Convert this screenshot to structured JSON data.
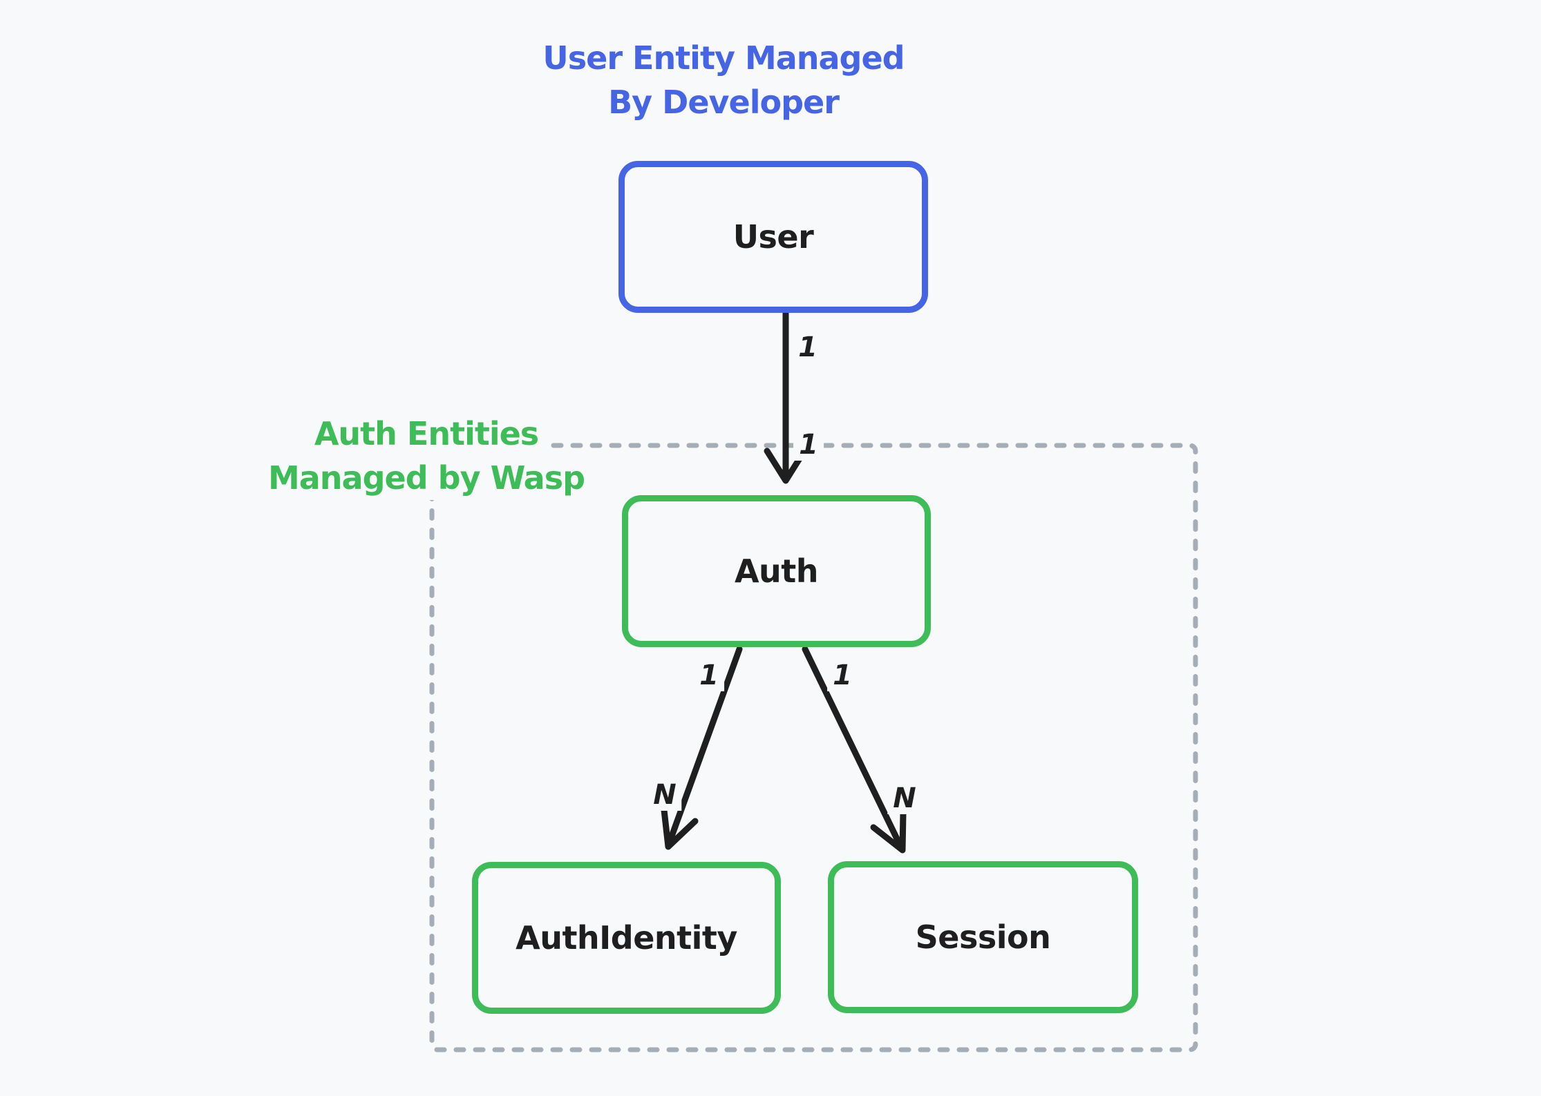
{
  "colors": {
    "background": "#f8f9fa",
    "ink": "#1f1f1f",
    "blue": "#4565e4",
    "green": "#3ebc58",
    "dash_gray": "#a5aeb7"
  },
  "annotations": {
    "user_entity": {
      "line1": "User Entity Managed",
      "line2": "By Developer"
    },
    "auth_entities": {
      "line1": "Auth Entities",
      "line2": "Managed by Wasp"
    }
  },
  "entities": {
    "user": {
      "label": "User"
    },
    "auth": {
      "label": "Auth"
    },
    "auth_identity": {
      "label": "AuthIdentity"
    },
    "session": {
      "label": "Session"
    }
  },
  "relationships": {
    "user_to_auth": {
      "source": "User",
      "target": "Auth",
      "source_cardinality": "1",
      "target_cardinality": "1"
    },
    "auth_to_auth_identity": {
      "source": "Auth",
      "target": "AuthIdentity",
      "source_cardinality": "1",
      "target_cardinality": "N"
    },
    "auth_to_session": {
      "source": "Auth",
      "target": "Session",
      "source_cardinality": "1",
      "target_cardinality": "N"
    }
  }
}
